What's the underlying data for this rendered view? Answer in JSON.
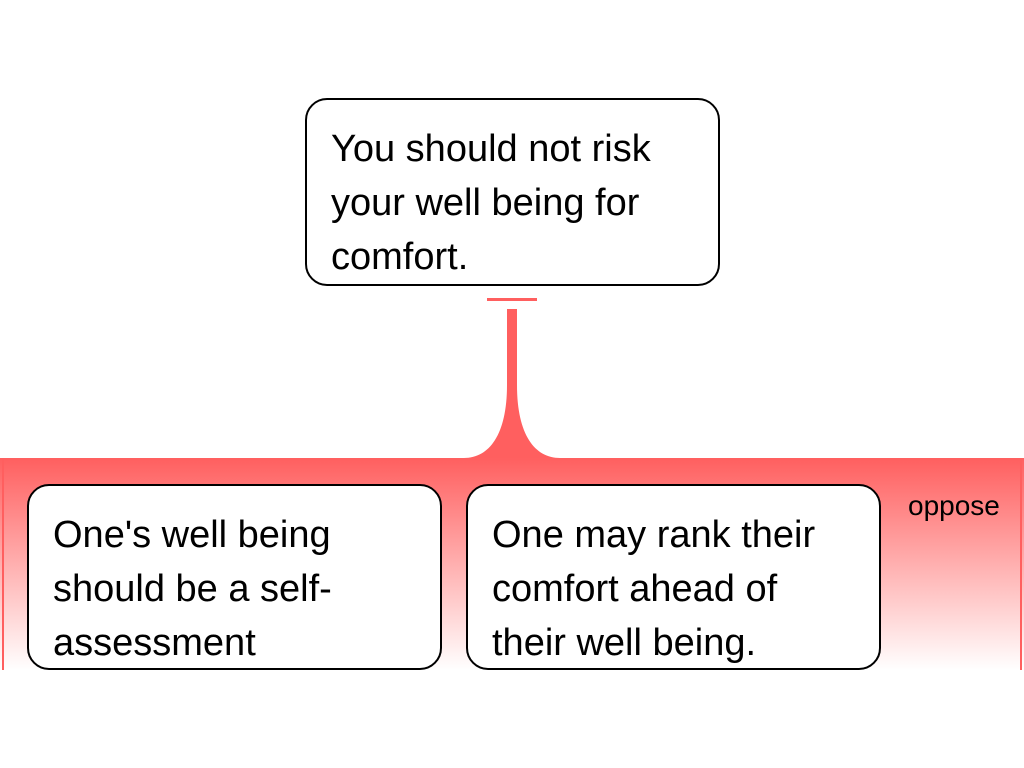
{
  "claim": {
    "text": "You should not risk your well being for comfort."
  },
  "relation": {
    "label": "oppose",
    "color": "#ff5f5f"
  },
  "premises": [
    {
      "text": "One's well being should be a self-assessment"
    },
    {
      "text": "One may rank their comfort ahead of their well being."
    }
  ]
}
